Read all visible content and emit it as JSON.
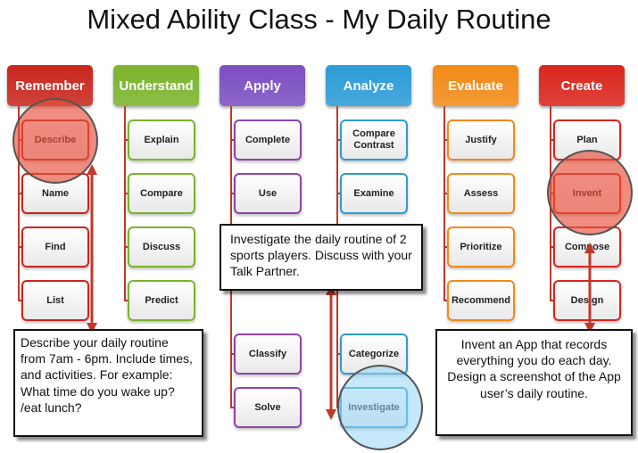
{
  "title": "Mixed Ability Class - My Daily Routine",
  "columns": [
    {
      "header": "Remember",
      "color": "#c8261c",
      "border": "#c8261c",
      "items": [
        "Describe",
        "Name",
        "Find",
        "List"
      ]
    },
    {
      "header": "Understand",
      "color": "#7ab42b",
      "border": "#7ab42b",
      "items": [
        "Explain",
        "Compare",
        "Discuss",
        "Predict"
      ]
    },
    {
      "header": "Apply",
      "color": "#7b4ec2",
      "border": "#8e44ad",
      "items": [
        "Complete",
        "Use",
        "",
        "",
        "Classify",
        "Solve"
      ]
    },
    {
      "header": "Analyze",
      "color": "#2c9bd6",
      "border": "#2c9bd6",
      "items": [
        "Compare Contrast",
        "Examine",
        "",
        "",
        "Categorize",
        "Investigate"
      ]
    },
    {
      "header": "Evaluate",
      "color": "#f28a17",
      "border": "#f28a17",
      "items": [
        "Justify",
        "Assess",
        "Prioritize",
        "Recommend"
      ]
    },
    {
      "header": "Create",
      "color": "#d9261c",
      "border": "#d9261c",
      "items": [
        "Plan",
        "Invent",
        "Compose",
        "Design"
      ]
    }
  ],
  "notes": {
    "remember": "Describe your daily routine from 7am - 6pm. Include times, and activities. For example: What time do you wake up? /eat lunch?",
    "analyze": "Investigate the daily routine of 2 sports players. Discuss with your Talk Partner.",
    "create": "Invent an App that records everything you do each day. Design a screenshot of the App user’s daily routine."
  }
}
